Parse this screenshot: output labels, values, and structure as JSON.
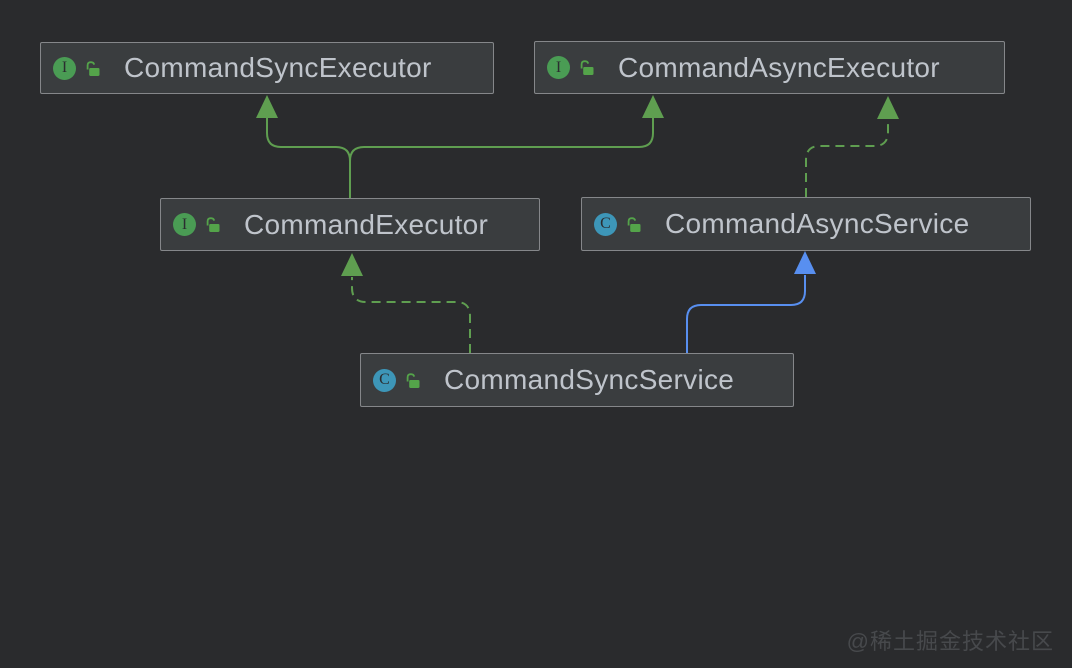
{
  "diagram": {
    "nodes": [
      {
        "id": "CommandSyncExecutor",
        "label": "CommandSyncExecutor",
        "kind": "interface"
      },
      {
        "id": "CommandAsyncExecutor",
        "label": "CommandAsyncExecutor",
        "kind": "interface"
      },
      {
        "id": "CommandExecutor",
        "label": "CommandExecutor",
        "kind": "interface"
      },
      {
        "id": "CommandAsyncService",
        "label": "CommandAsyncService",
        "kind": "class"
      },
      {
        "id": "CommandSyncService",
        "label": "CommandSyncService",
        "kind": "class"
      }
    ],
    "edges": [
      {
        "from": "CommandExecutor",
        "to": "CommandSyncExecutor",
        "relation": "extends",
        "line": "solid",
        "color": "green"
      },
      {
        "from": "CommandExecutor",
        "to": "CommandAsyncExecutor",
        "relation": "extends",
        "line": "solid",
        "color": "green"
      },
      {
        "from": "CommandAsyncService",
        "to": "CommandAsyncExecutor",
        "relation": "implements",
        "line": "dashed",
        "color": "green"
      },
      {
        "from": "CommandSyncService",
        "to": "CommandExecutor",
        "relation": "implements",
        "line": "dashed",
        "color": "green"
      },
      {
        "from": "CommandSyncService",
        "to": "CommandAsyncService",
        "relation": "extends",
        "line": "solid",
        "color": "blue"
      }
    ],
    "icons": {
      "interface_letter": "I",
      "class_letter": "C",
      "modifier_icon": "unlocked-icon"
    },
    "colors": {
      "background": "#2a2b2d",
      "node_fill": "#3a3d3f",
      "node_border": "#85878a",
      "node_text": "#bfc4cb",
      "interface_icon": "#4a9c54",
      "class_icon": "#3d96b8",
      "icon_letter": "#2b2d30",
      "green_edge": "#5f9e50",
      "blue_edge": "#588ff0",
      "lock": "#54a44a",
      "watermark": "#47494c"
    }
  },
  "watermark": {
    "text": "@稀土掘金技术社区"
  }
}
